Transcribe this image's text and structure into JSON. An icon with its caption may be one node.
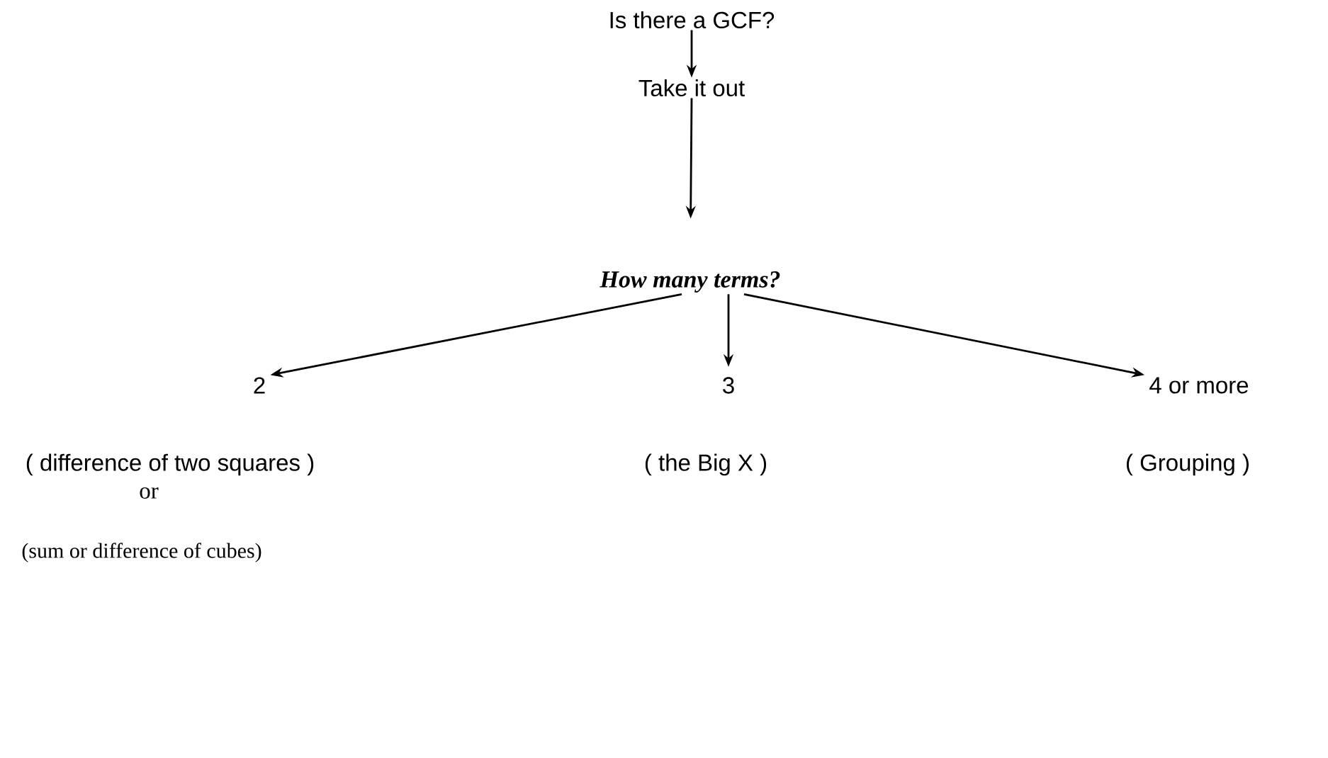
{
  "diagram": {
    "nodes": [
      {
        "text": [
          "Is there a GCF?"
        ]
      },
      {
        "text": [
          "Take it out"
        ]
      },
      {
        "text": [
          "How many terms?"
        ]
      },
      {
        "text": [
          "2"
        ]
      },
      {
        "text": [
          "3"
        ]
      },
      {
        "text": [
          "4 or more"
        ]
      }
    ],
    "edges": [
      {
        "from": 0,
        "to": 1,
        "arrow": "to"
      },
      {
        "from": 1,
        "to": 2,
        "arrow": "to"
      },
      {
        "from": 2,
        "to": 3,
        "arrow": "to"
      },
      {
        "from": 2,
        "to": 4,
        "arrow": "to"
      },
      {
        "from": 2,
        "to": 5,
        "arrow": "to"
      }
    ],
    "labels": [
      "( difference of two squares )",
      "( the Big X )",
      "( Grouping )",
      "or",
      "(sum or difference of cubes)"
    ]
  }
}
